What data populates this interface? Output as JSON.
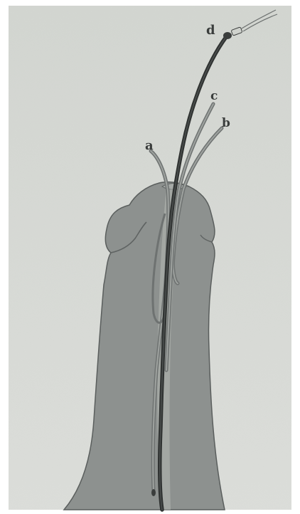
{
  "labels": {
    "a": "a",
    "b": "b",
    "c": "c",
    "d": "d"
  },
  "colors": {
    "border": "#ffffff",
    "paper": "#d9dbd6",
    "organ": "#8d918f",
    "organ_edge": "#55595a",
    "tube_dark": "#2f3231",
    "tube_mid": "#6e7271",
    "ink": "#3a3d3c"
  }
}
